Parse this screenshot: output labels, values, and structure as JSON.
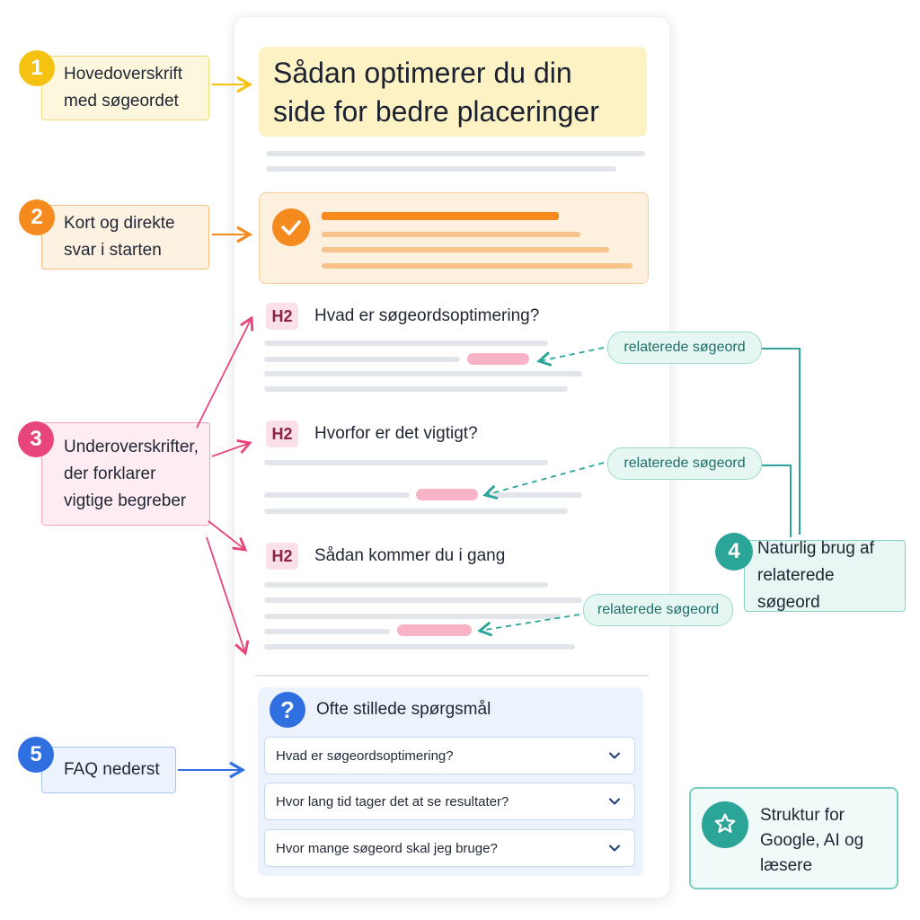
{
  "article": {
    "title_line1": "Sådan optimerer du din",
    "title_line2": "side for bedre placeringer",
    "sections": [
      {
        "badge": "H2",
        "title": "Hvad er søgeordsoptimering?"
      },
      {
        "badge": "H2",
        "title": "Hvorfor er det vigtigt?"
      },
      {
        "badge": "H2",
        "title": "Sådan kommer du i gang"
      }
    ],
    "keyword_label": "relaterede søgeord",
    "faq": {
      "title": "Ofte stillede spørgsmål",
      "items": [
        "Hvad er søgeordsoptimering?",
        "Hvor lang tid tager det at se resultater?",
        "Hvor mange søgeord skal jeg bruge?"
      ]
    }
  },
  "callouts": [
    {
      "number": "1",
      "line1": "Hovedoverskrift",
      "line2": "med søgeordet",
      "color": "#f5c211"
    },
    {
      "number": "2",
      "line1": "Kort og direkte",
      "line2": "svar i starten",
      "color": "#f58a1f"
    },
    {
      "number": "3",
      "line1": "Underoverskrifter,",
      "line2": "der forklarer",
      "line3": "vigtige begreber",
      "color": "#e8457a"
    },
    {
      "number": "4",
      "line1": "Naturlig brug af",
      "line2": "relaterede søgeord",
      "color": "#2ba597"
    },
    {
      "number": "5",
      "line1": "FAQ nederst",
      "color": "#2f6fe0"
    }
  ],
  "summary_card": {
    "line1": "Struktur for",
    "line2": "Google, AI og",
    "line3": "læsere"
  },
  "icons": {
    "check": "check-icon",
    "question": "question-icon",
    "star": "star-icon",
    "chevron": "chevron-down-icon"
  }
}
